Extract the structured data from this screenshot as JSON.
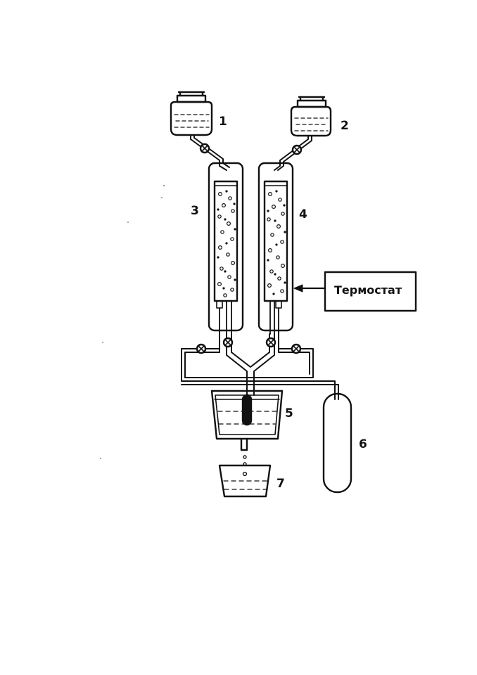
{
  "labels": {
    "reservoir_1": "1",
    "reservoir_2": "2",
    "column_3": "3",
    "column_4": "4",
    "vessel_5": "5",
    "cylinder_6": "6",
    "collector_7": "7"
  },
  "thermostat": {
    "label": "Термостат"
  }
}
